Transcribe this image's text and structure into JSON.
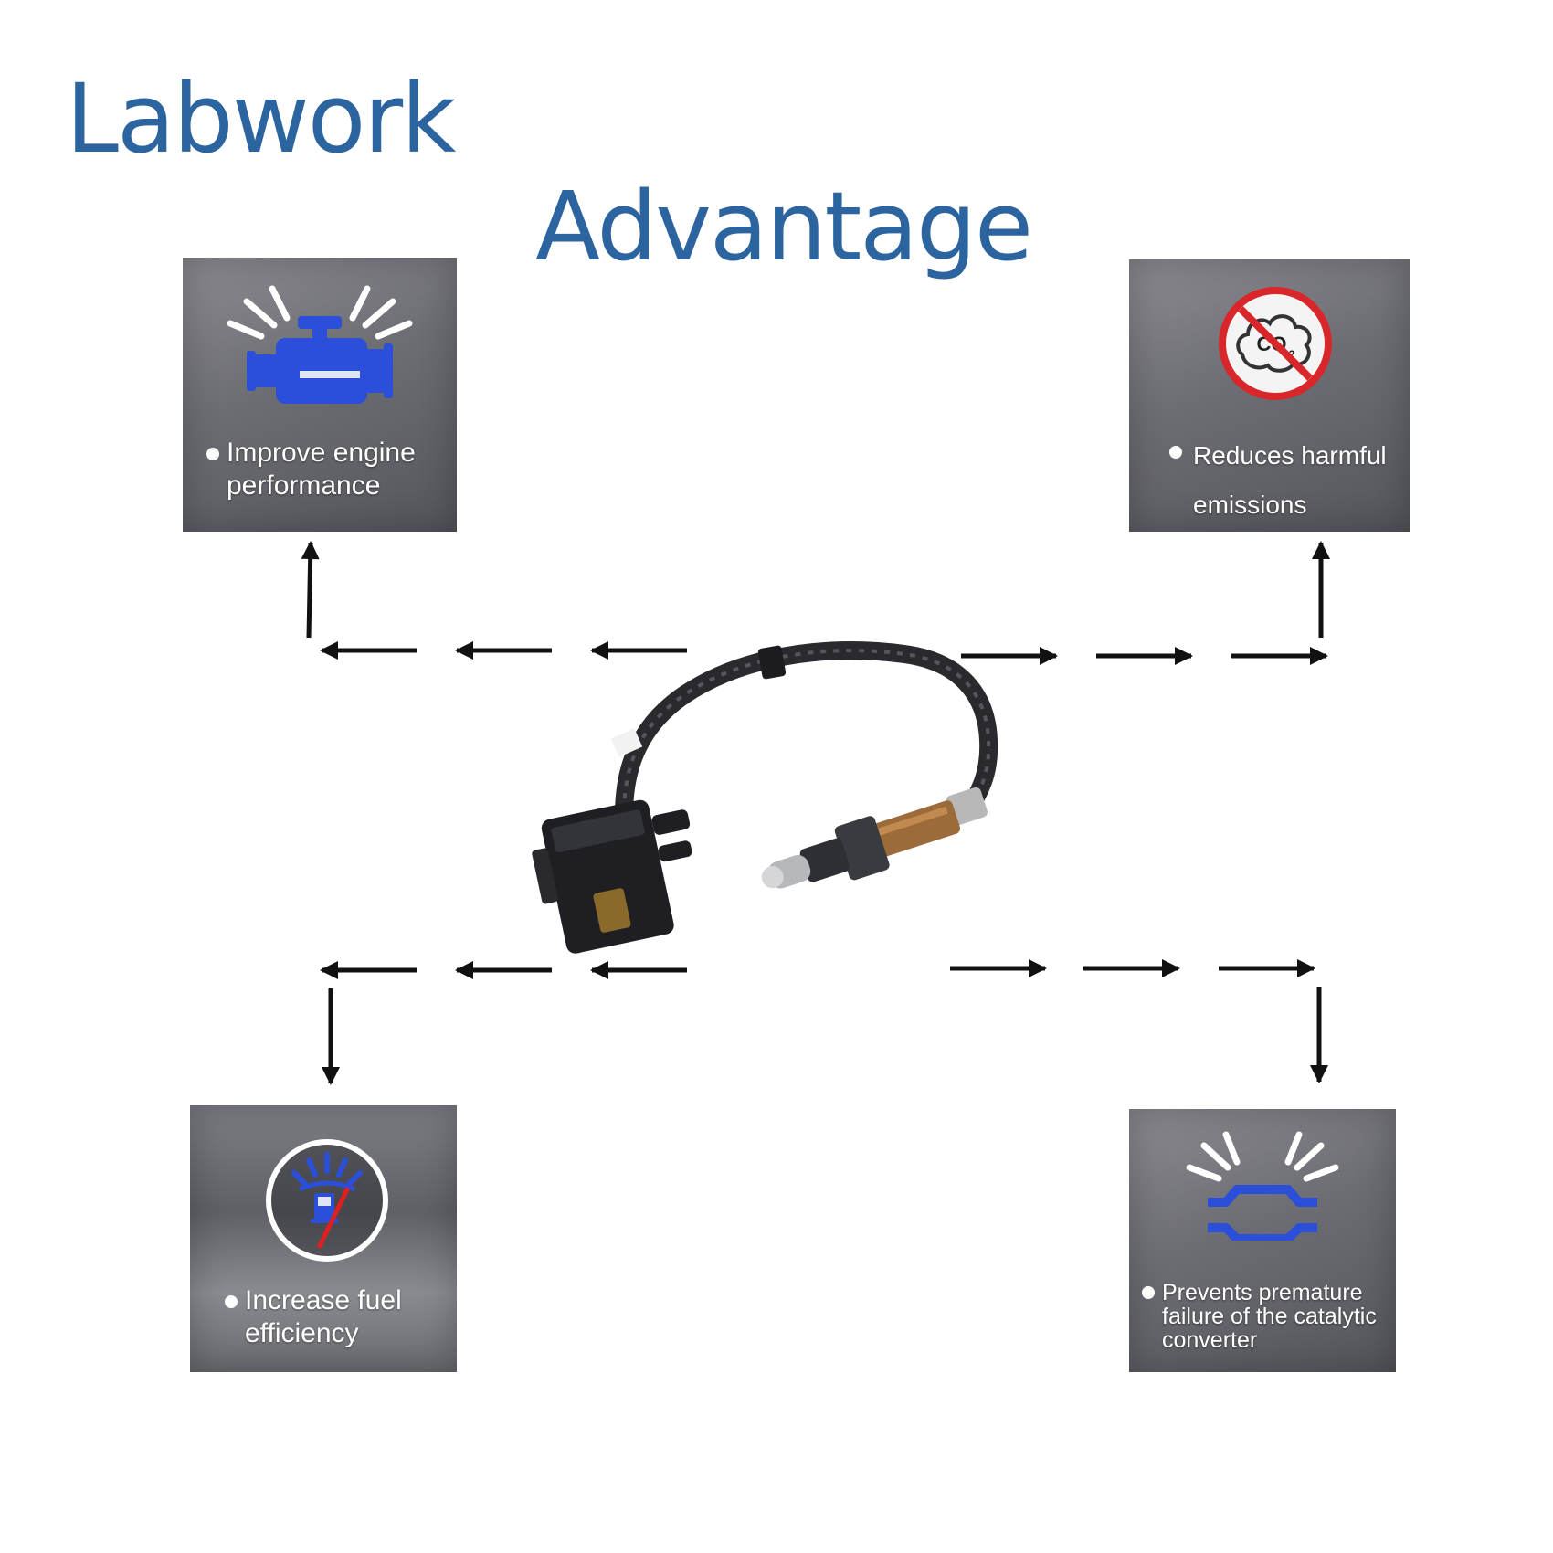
{
  "brand": "Labwork",
  "heading": "Advantage",
  "features": {
    "engine": {
      "icon": "engine-icon",
      "line1": "Improve engine",
      "line2": "performance",
      "icon_color": "#2b4fd8"
    },
    "emissions": {
      "icon": "no-co2-icon",
      "line1": "Reduces harmful",
      "line2": "emissions",
      "icon_text": "CO2",
      "icon_color": "#d8262a"
    },
    "fuel": {
      "icon": "fuel-gauge-icon",
      "line1": "Increase fuel",
      "line2": "efficiency",
      "icon_color": "#2b4fd8"
    },
    "catalytic": {
      "icon": "catalytic-converter-icon",
      "line1": "Prevents premature",
      "line2": "failure of the catalytic",
      "line3": "converter",
      "icon_color": "#2b4fd8"
    }
  },
  "product": {
    "icon": "oxygen-sensor-image"
  },
  "colors": {
    "title": "#2c64a0",
    "card": "#6c6d73",
    "arrow": "#111111"
  }
}
